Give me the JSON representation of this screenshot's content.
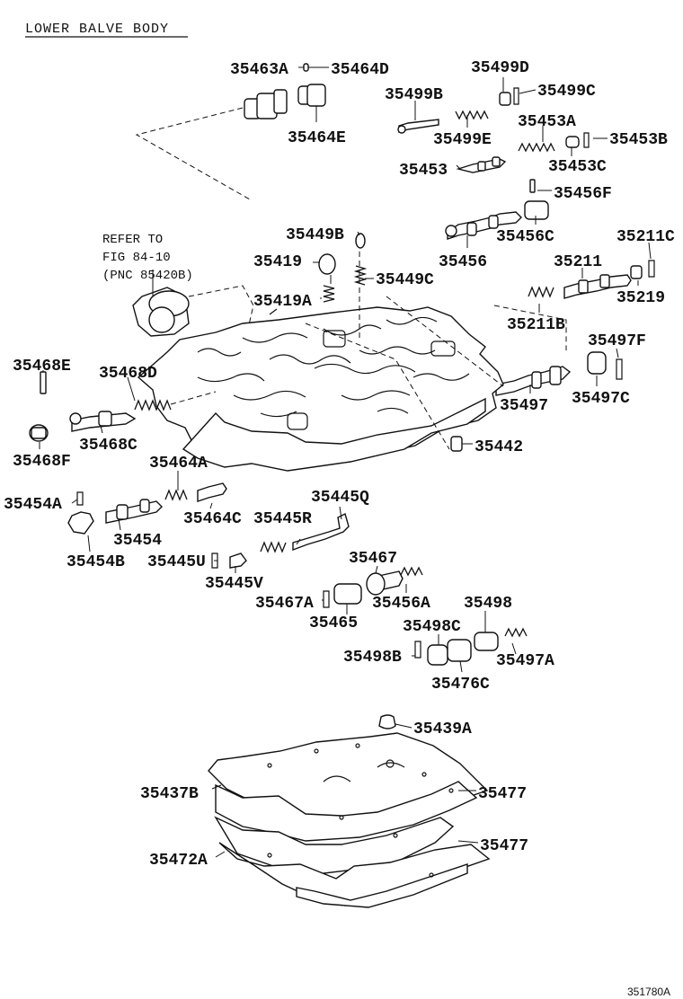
{
  "title": "LOWER BALVE BODY",
  "refer_note": [
    "REFER TO",
    "FIG 84-10",
    "(PNC 85420B)"
  ],
  "drawing_code": "351780A",
  "labels": {
    "p35463A": "35463A",
    "p35464D": "35464D",
    "p35464E": "35464E",
    "p35499D": "35499D",
    "p35499B": "35499B",
    "p35499C": "35499C",
    "p35499E": "35499E",
    "p35453A": "35453A",
    "p35453": "35453",
    "p35453B": "35453B",
    "p35453C": "35453C",
    "p35456F": "35456F",
    "p35449B": "35449B",
    "p35456C": "35456C",
    "p35211C": "35211C",
    "p35419": "35419",
    "p35456": "35456",
    "p35211": "35211",
    "p35449C": "35449C",
    "p35219": "35219",
    "p35419A": "35419A",
    "p35211B": "35211B",
    "p35497F": "35497F",
    "p35468E": "35468E",
    "p35468D": "35468D",
    "p35497": "35497",
    "p35497C": "35497C",
    "p35468C": "35468C",
    "p35442": "35442",
    "p35468F": "35468F",
    "p35464A": "35464A",
    "p35445Q": "35445Q",
    "p35454A": "35454A",
    "p35464C": "35464C",
    "p35445R": "35445R",
    "p35454": "35454",
    "p35454B": "35454B",
    "p35445U": "35445U",
    "p35467": "35467",
    "p35445V": "35445V",
    "p35467A": "35467A",
    "p35456A": "35456A",
    "p35498": "35498",
    "p35465": "35465",
    "p35498C": "35498C",
    "p35498B": "35498B",
    "p35497A": "35497A",
    "p35476C": "35476C",
    "p35439A": "35439A",
    "p35437B": "35437B",
    "p35477a": "35477",
    "p35477b": "35477",
    "p35472A": "35472A"
  }
}
